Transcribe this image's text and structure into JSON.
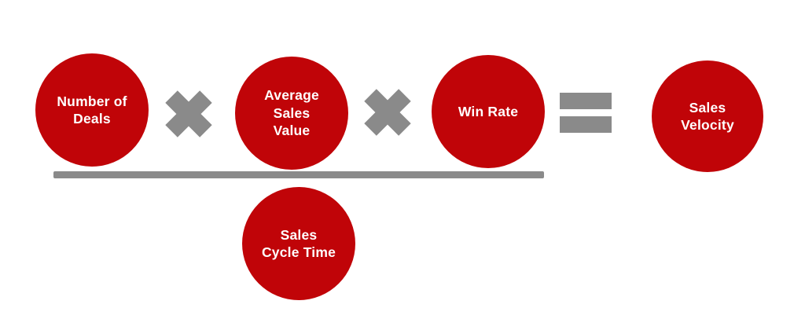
{
  "diagram": {
    "name": "sales-velocity-formula",
    "numerator_nodes": [
      {
        "id": "number-of-deals",
        "label": "Number of\nDeals"
      },
      {
        "id": "average-sales-value",
        "label": "Average\nSales\nValue"
      },
      {
        "id": "win-rate",
        "label": "Win Rate"
      }
    ],
    "denominator_node": {
      "id": "sales-cycle-time",
      "label": "Sales\nCycle Time"
    },
    "result_node": {
      "id": "sales-velocity",
      "label": "Sales\nVelocity"
    },
    "operators": {
      "multiply_icon": "multiply-icon",
      "equals_icon": "equals-icon",
      "divide_bar": "fraction-divider-line"
    },
    "colors": {
      "circle_fill": "#c00408",
      "operator_gray": "#8a8a8a",
      "label_text": "#ffffff",
      "background": "#ffffff"
    }
  }
}
